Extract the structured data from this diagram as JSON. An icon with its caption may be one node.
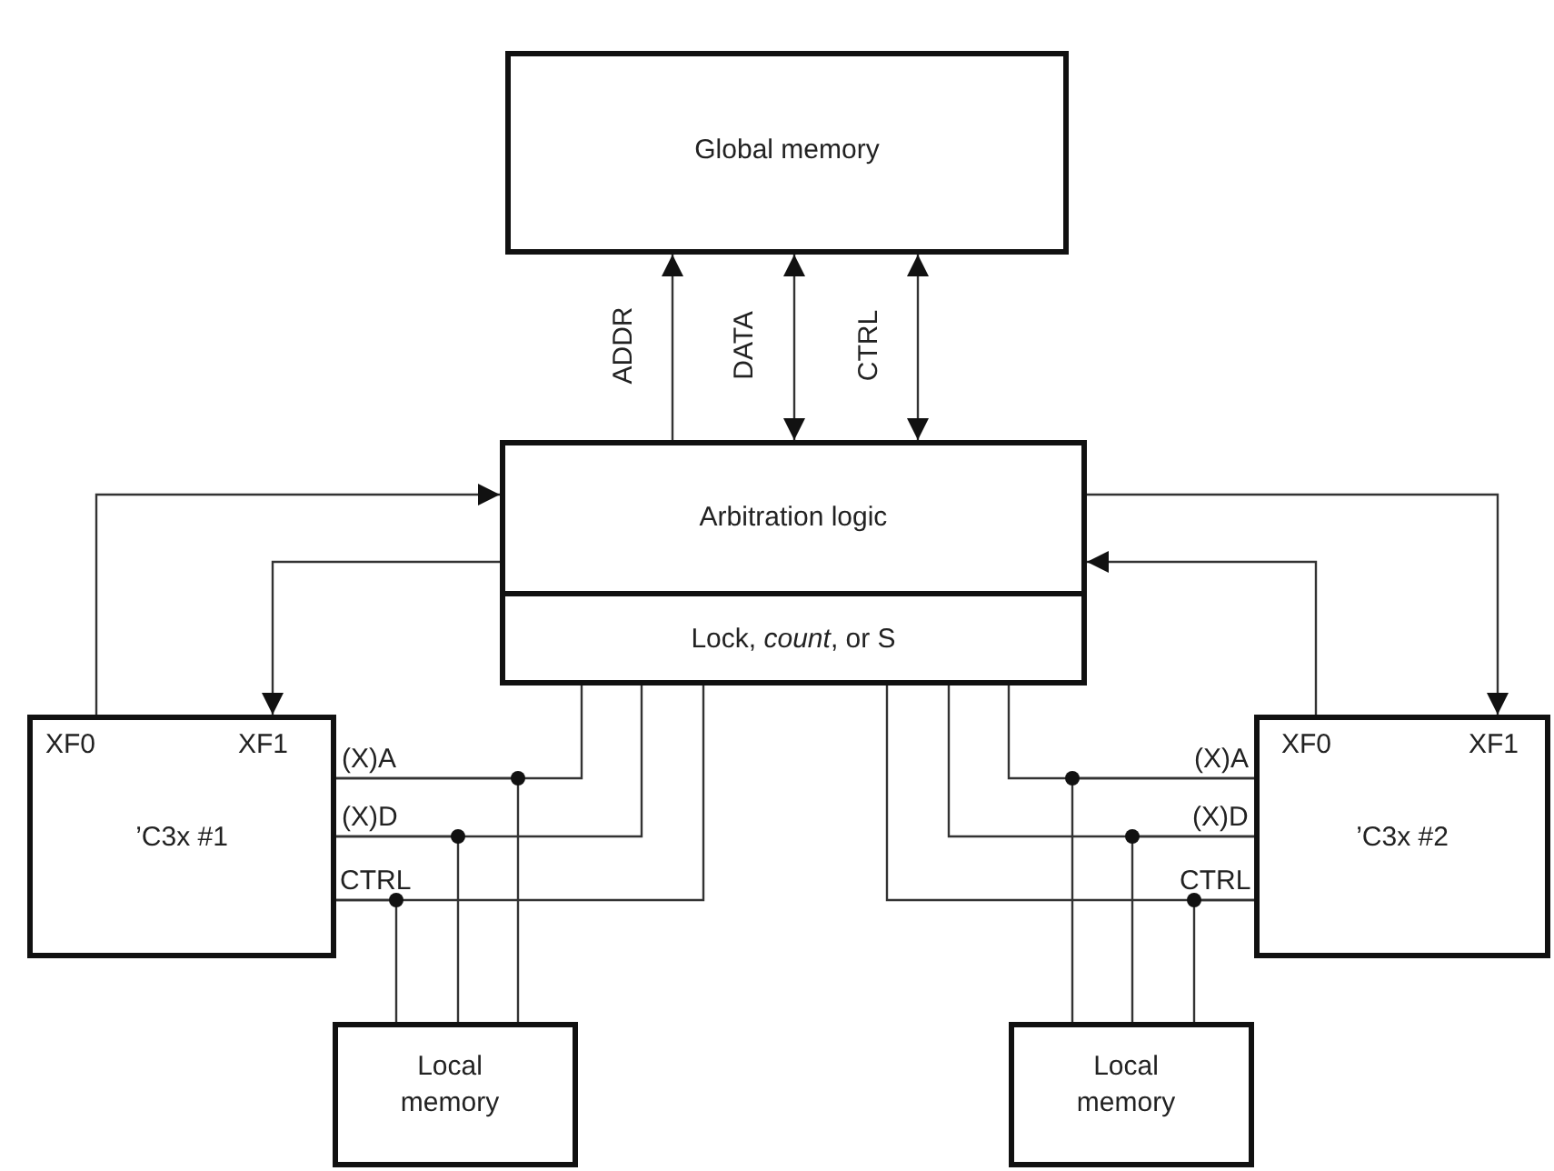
{
  "diagram": {
    "nodes": [
      {
        "text": [
          "Global memory"
        ]
      },
      {
        "text": [
          "Arbitration logic"
        ]
      },
      {
        "text": [
          "Lock, *count*, or S"
        ]
      },
      {
        "text": [
          "XF0",
          "XF1",
          "’C3x #1"
        ]
      },
      {
        "text": [
          "XF0",
          "XF1",
          "’C3x #2"
        ]
      },
      {
        "text": [
          "Local memory"
        ]
      },
      {
        "text": [
          "Local memory"
        ]
      }
    ],
    "edges": [
      {
        "from": 1,
        "to": 0,
        "arrow": "to",
        "label": "ADDR"
      },
      {
        "from": 1,
        "to": 0,
        "arrow": "both",
        "label": "DATA"
      },
      {
        "from": 1,
        "to": 0,
        "arrow": "both",
        "label": "CTRL"
      },
      {
        "from": 3,
        "to": 1,
        "arrow": "to"
      },
      {
        "from": 1,
        "to": 3,
        "arrow": "to"
      },
      {
        "from": 1,
        "to": 4,
        "arrow": "to"
      },
      {
        "from": 4,
        "to": 1,
        "arrow": "to"
      },
      {
        "from": 3,
        "to": 2,
        "arrow": "none"
      },
      {
        "from": 3,
        "to": 2,
        "arrow": "none"
      },
      {
        "from": 3,
        "to": 2,
        "arrow": "none"
      },
      {
        "from": 5,
        "to": 3,
        "arrow": "none"
      },
      {
        "from": 5,
        "to": 3,
        "arrow": "none"
      },
      {
        "from": 5,
        "to": 3,
        "arrow": "none"
      },
      {
        "from": 4,
        "to": 2,
        "arrow": "none"
      },
      {
        "from": 4,
        "to": 2,
        "arrow": "none"
      },
      {
        "from": 4,
        "to": 2,
        "arrow": "none"
      },
      {
        "from": 6,
        "to": 4,
        "arrow": "none"
      },
      {
        "from": 6,
        "to": 4,
        "arrow": "none"
      },
      {
        "from": 6,
        "to": 4,
        "arrow": "none"
      }
    ],
    "labels": [
      "(X)A",
      "(X)D",
      "CTRL",
      "(X)A",
      "(X)D",
      "CTRL"
    ]
  }
}
